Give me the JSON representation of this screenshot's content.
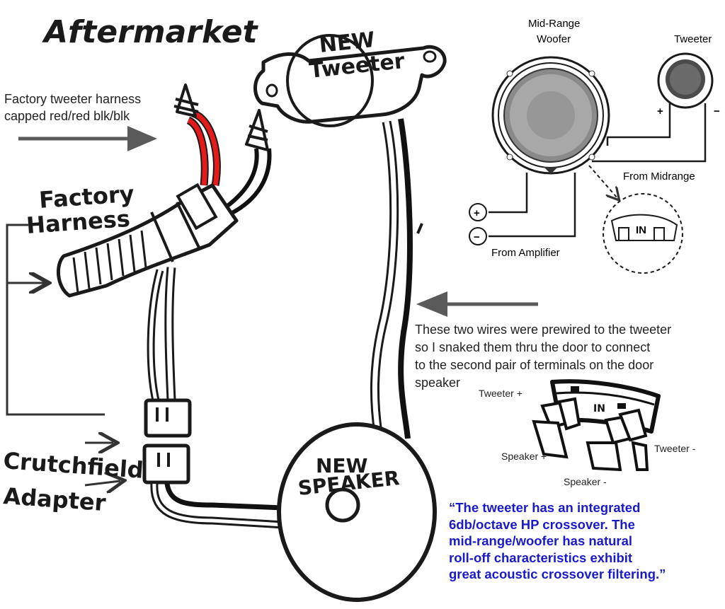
{
  "colors": {
    "red_wire": "#e41b1b",
    "black_wire": "#111111",
    "arrow": "#5a5a5a",
    "quote_text": "#1a1acc"
  },
  "hand_labels": {
    "title": "Aftermarket",
    "new_tweeter_1": "NEW",
    "new_tweeter_2": "Tweeter",
    "factory_harness_1": "Factory",
    "factory_harness_2": "Harness",
    "crutchfield_1": "Crutchfield",
    "crutchfield_2": "Adapter",
    "new_speaker_1": "NEW",
    "new_speaker_2": "SPEAKER"
  },
  "notes": {
    "tweeter_harness_1": "Factory tweeter harness",
    "tweeter_harness_2": "capped red/red blk/blk",
    "prewired_1": "These two wires were prewired to the tweeter",
    "prewired_2": "so I snaked them thru the door to connect",
    "prewired_3": "to the second pair of terminals on the door",
    "prewired_4": "speaker"
  },
  "crossover_diagram": {
    "midrange_label_1": "Mid-Range",
    "midrange_label_2": "Woofer",
    "tweeter_label": "Tweeter",
    "plus": "+",
    "minus": "−",
    "from_midrange": "From Midrange",
    "from_amplifier": "From Amplifier",
    "in_label": "IN"
  },
  "terminal_labels": {
    "tweeter_plus": "Tweeter +",
    "speaker_plus": "Speaker +",
    "tweeter_minus": "Tweeter -",
    "speaker_minus": "Speaker -",
    "in_label": "IN"
  },
  "quote": {
    "line1": "“The tweeter has an integrated",
    "line2": "6db/octave HP crossover.  The",
    "line3": "mid-range/woofer has natural",
    "line4": "roll-off characteristics exhibit",
    "line5": "great acoustic crossover filtering.”"
  }
}
